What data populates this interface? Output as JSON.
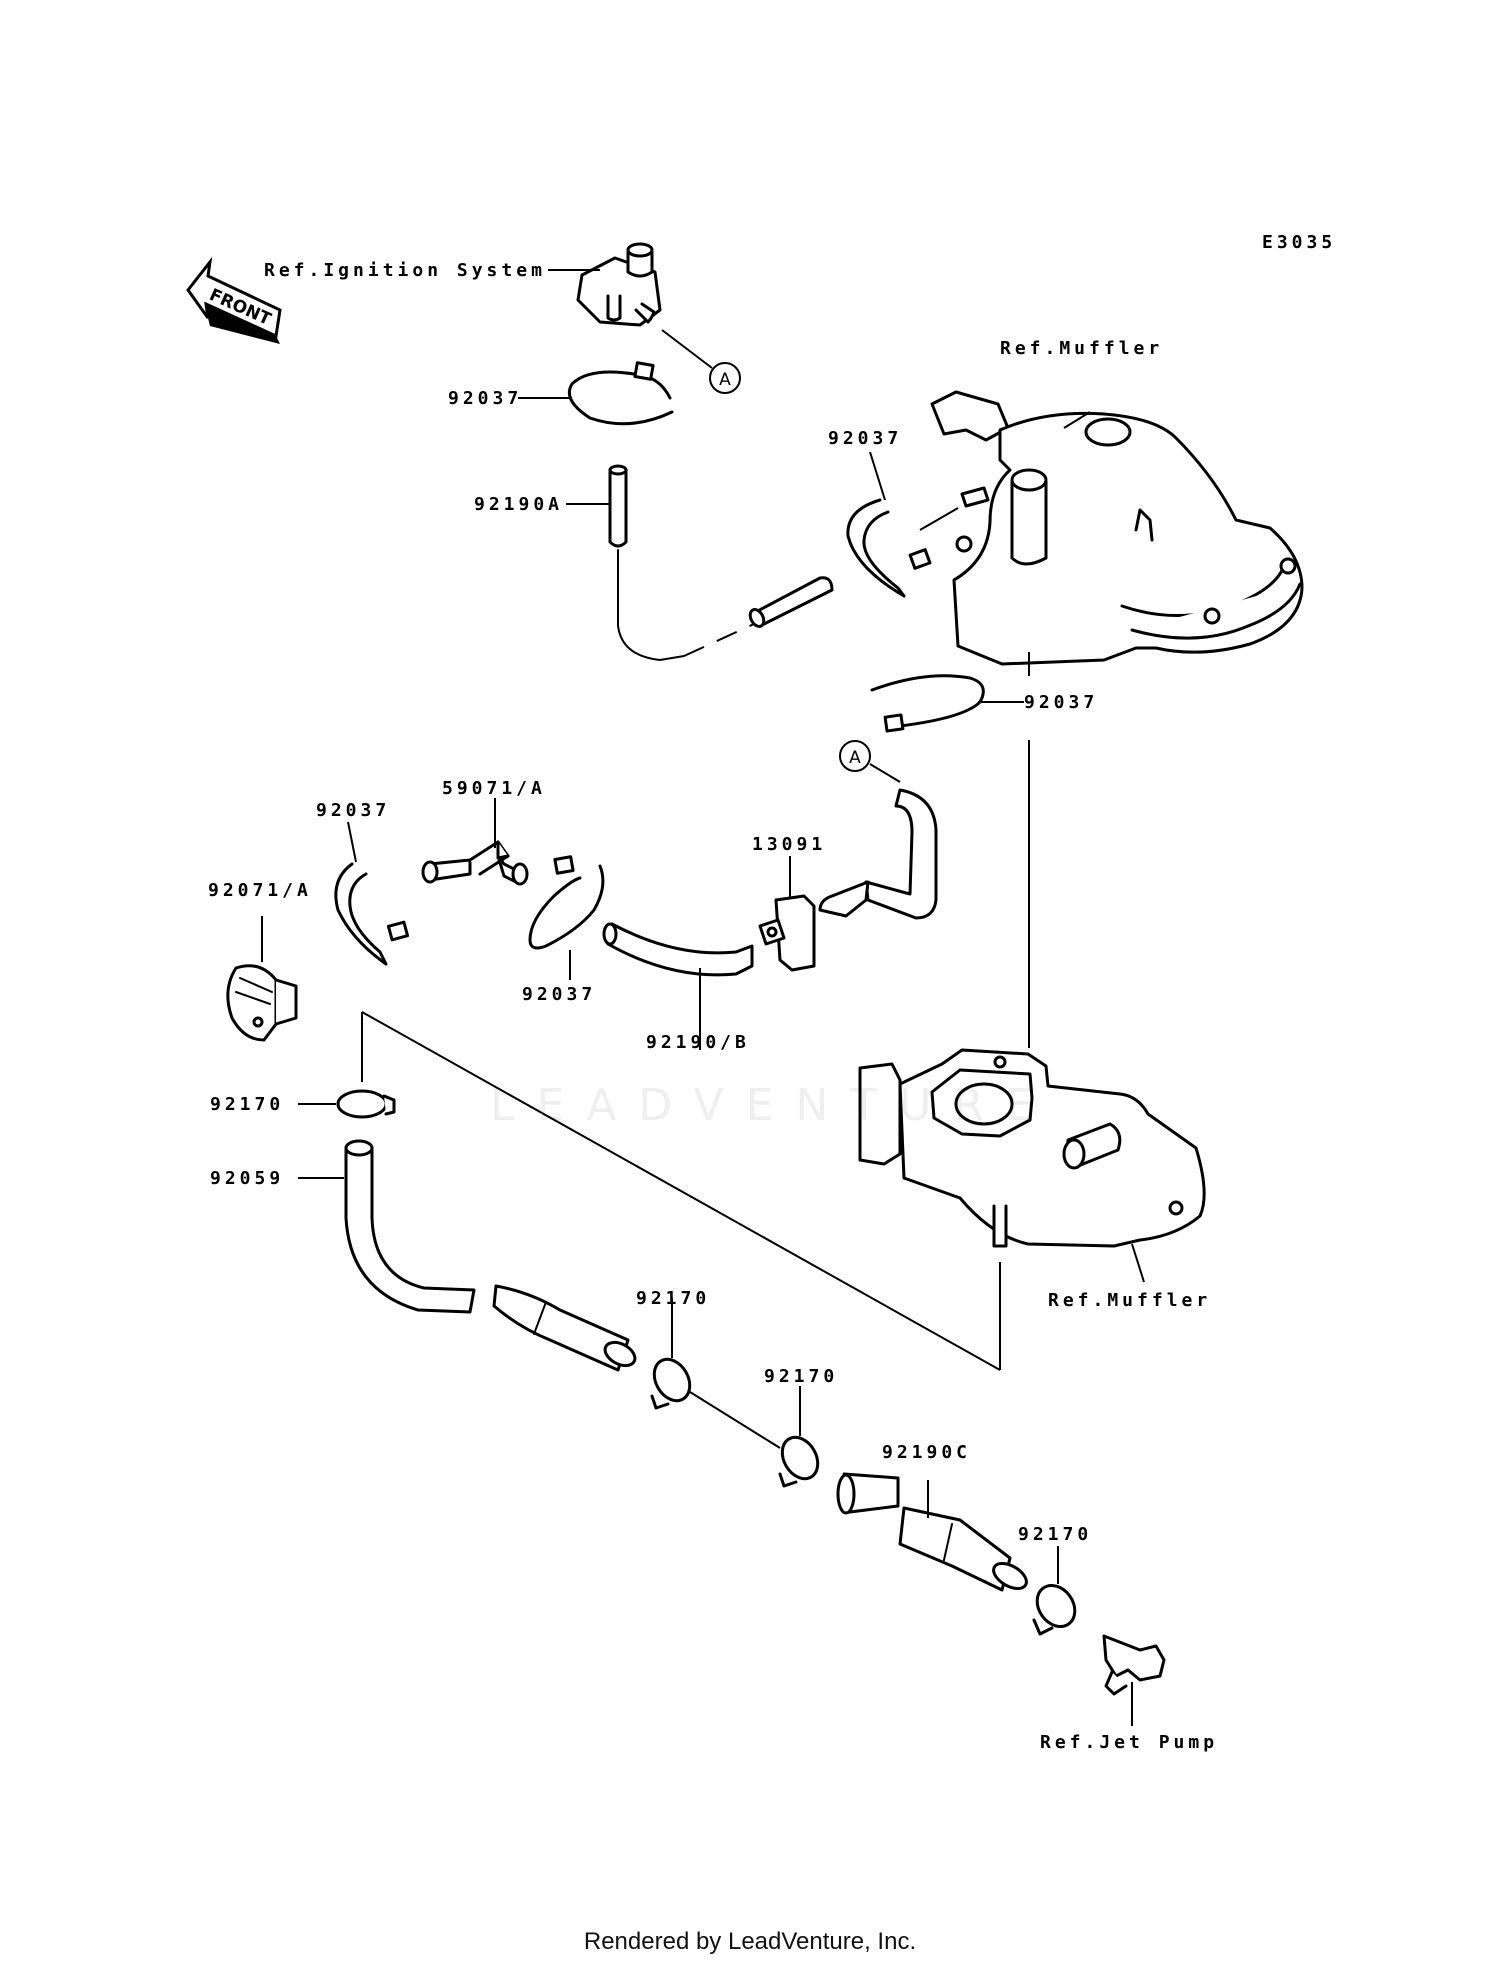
{
  "diagram_code": "E3035",
  "front_arrow": "FRONT",
  "callout_letter": "A",
  "watermark": "LEADVENTURE",
  "footer": "Rendered by LeadVenture, Inc.",
  "labels": {
    "ref_ignition": "Ref.Ignition System",
    "ref_muffler_top": "Ref.Muffler",
    "ref_muffler_bottom": "Ref.Muffler",
    "ref_jet_pump": "Ref.Jet Pump",
    "p92037_a": "92037",
    "p92037_b": "92037",
    "p92037_c": "92037",
    "p92037_d": "92037",
    "p92037_e": "92037",
    "p92190a": "92190A",
    "p92190b": "92190/B",
    "p92190c": "92190C",
    "p59071a": "59071/A",
    "p13091": "13091",
    "p92071a": "92071/A",
    "p92170_a": "92170",
    "p92170_b": "92170",
    "p92170_c": "92170",
    "p92170_d": "92170",
    "p92059": "92059"
  }
}
